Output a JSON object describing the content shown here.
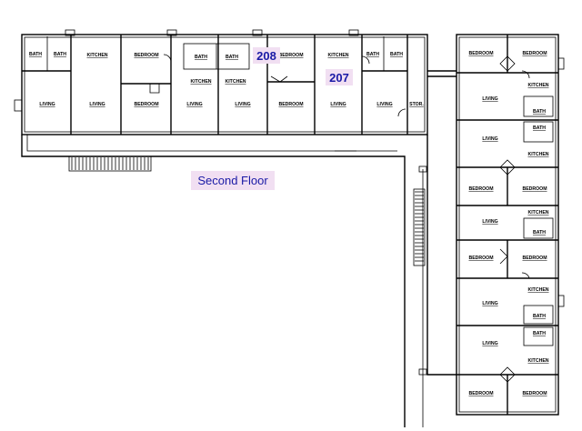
{
  "floor_title": "Second Floor",
  "unit_labels": [
    "208",
    "207"
  ],
  "room_labels": {
    "bath": "BATH",
    "kitchen": "KITCHEN",
    "bedroom": "BEDROOM",
    "living": "LIVING",
    "stor": "STOR."
  },
  "colors": {
    "label_text": "#1a1aa6",
    "label_highlight": "#f1dff2",
    "walls": "#000000"
  }
}
